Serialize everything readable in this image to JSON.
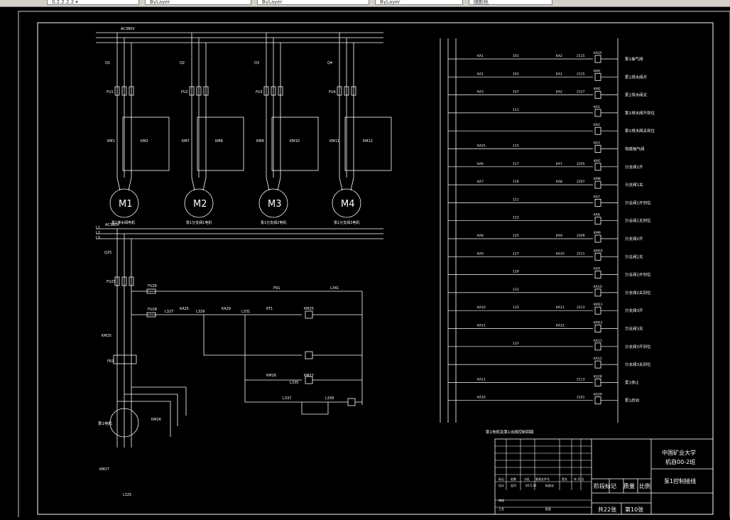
{
  "toolbar": {
    "fields": [
      {
        "id": "layer",
        "label": "0.2.2.2.2 ▾"
      },
      {
        "id": "color",
        "label": "ByLayer"
      },
      {
        "id": "linetype",
        "label": "ByLayer"
      },
      {
        "id": "lineweight",
        "label": "ByLayer"
      },
      {
        "id": "plotstyle",
        "label": "随颜色"
      }
    ]
  },
  "drawing": {
    "supply_top": "AC380V",
    "supply_bottom": "AC380V",
    "bus_labels": [
      "L1",
      "L2",
      "L3"
    ],
    "motors": [
      {
        "id": "M1",
        "breaker": "Q1",
        "fuse": "FU1",
        "contactors": [
          "KM1",
          "KM2"
        ],
        "caption": "泵1排水阀电机"
      },
      {
        "id": "M2",
        "breaker": "Q2",
        "fuse": "FU2",
        "contactors": [
          "KM7",
          "KM8"
        ],
        "caption": "泵1分支阀1电机"
      },
      {
        "id": "M3",
        "breaker": "Q3",
        "fuse": "FU3",
        "contactors": [
          "KM9",
          "KM10"
        ],
        "caption": "泵1分支阀2电机"
      },
      {
        "id": "M4",
        "breaker": "Q4",
        "fuse": "FU4",
        "contactors": [
          "KM11",
          "KM12"
        ],
        "caption": "泵1分支阀3电机"
      }
    ],
    "pump": {
      "breaker": "Q25",
      "fuse": "FU25",
      "contactor": "KM25",
      "relay": "FR1",
      "motor_label": "泵1电机",
      "km26": "KM26",
      "km27": "KM27",
      "l325": "L325"
    },
    "control_labels": [
      "FU26",
      "FU28",
      "FR1",
      "L341",
      "L327",
      "KA25",
      "L329",
      "KA29",
      "L331",
      "KT1",
      "KM25",
      "KM27",
      "KM26",
      "L335",
      "L337",
      "L339"
    ],
    "ladder_rows": [
      {
        "contact": "KA1",
        "node": "101",
        "relay": "KA2",
        "wire": "2115",
        "coil": "KA25",
        "desc": "泵1抽气阀"
      },
      {
        "contact": "KA1",
        "node": "103",
        "relay": "KA1",
        "wire": "2125",
        "coil": "KM1",
        "desc": "泵1排水阀开"
      },
      {
        "contact": "KA3",
        "node": "107",
        "relay": "KA2",
        "wire": "2127",
        "coil": "KM2",
        "desc": "泵1排水阀关"
      },
      {
        "contact": "",
        "node": "111",
        "relay": "",
        "wire": "",
        "coil": "KA1",
        "desc": "泵1排水阀开到位"
      },
      {
        "contact": "",
        "node": "",
        "relay": "",
        "wire": "",
        "coil": "KA2",
        "desc": "泵1排水阀关到位"
      },
      {
        "contact": "KA25",
        "node": "115",
        "relay": "",
        "wire": "",
        "coil": "KA3",
        "desc": "电磁抽气阀"
      },
      {
        "contact": "KA6",
        "node": "117",
        "relay": "KA7",
        "wire": "2205",
        "coil": "KM7",
        "desc": "分支阀1开"
      },
      {
        "contact": "KA7",
        "node": "119",
        "relay": "KA8",
        "wire": "2207",
        "coil": "KM8",
        "desc": "分支阀1关"
      },
      {
        "contact": "",
        "node": "121",
        "relay": "",
        "wire": "",
        "coil": "KA7",
        "desc": "分支阀1开到位"
      },
      {
        "contact": "",
        "node": "123",
        "relay": "",
        "wire": "",
        "coil": "KA8",
        "desc": "分支阀1关到位"
      },
      {
        "contact": "KA8",
        "node": "125",
        "relay": "KA9",
        "wire": "2209",
        "coil": "KM9",
        "desc": "分支阀2开"
      },
      {
        "contact": "KA9",
        "node": "127",
        "relay": "KA10",
        "wire": "2211",
        "coil": "KM10",
        "desc": "分支阀2关"
      },
      {
        "contact": "",
        "node": "129",
        "relay": "",
        "wire": "",
        "coil": "KA9",
        "desc": "分支阀2开到位"
      },
      {
        "contact": "",
        "node": "131",
        "relay": "",
        "wire": "",
        "coil": "KA10",
        "desc": "分支阀2关到位"
      },
      {
        "contact": "KA10",
        "node": "133",
        "relay": "KA11",
        "wire": "2213",
        "coil": "KM11",
        "desc": "分支阀3开"
      },
      {
        "contact": "KA11",
        "node": "",
        "relay": "KA12",
        "wire": "",
        "coil": "KM12",
        "desc": "分支阀3关"
      },
      {
        "contact": "",
        "node": "137",
        "relay": "",
        "wire": "",
        "coil": "KA11",
        "desc": "分支阀3开到位"
      },
      {
        "contact": "",
        "node": "",
        "relay": "",
        "wire": "",
        "coil": "KA12",
        "desc": "分支阀3关到位"
      },
      {
        "contact": "KA11",
        "node": "",
        "relay": "",
        "wire": "2113",
        "coil": "KA28",
        "desc": "泵1停止"
      },
      {
        "contact": "KA10",
        "node": "",
        "relay": "",
        "wire": "2101",
        "coil": "KA29",
        "desc": "泵1启动"
      }
    ],
    "diagram_caption": "泵1电机及泵1出阀控制回路",
    "title_block": {
      "school": "中国矿业大学",
      "class": "机自00-2班",
      "drawing_title": "泵1控制接线",
      "stage": "阶段标记",
      "weight": "质量",
      "scale": "比例",
      "total": "共22张",
      "sheet": "第10张",
      "row_labels": [
        "标记",
        "处数",
        "分区",
        "更改文件号",
        "签名",
        "年.月.日"
      ],
      "design": "设计",
      "designer": "吴丹",
      "date": "04.5.30",
      "std": "标准化",
      "review": "审核",
      "process": "工艺",
      "approve": "批准"
    }
  }
}
